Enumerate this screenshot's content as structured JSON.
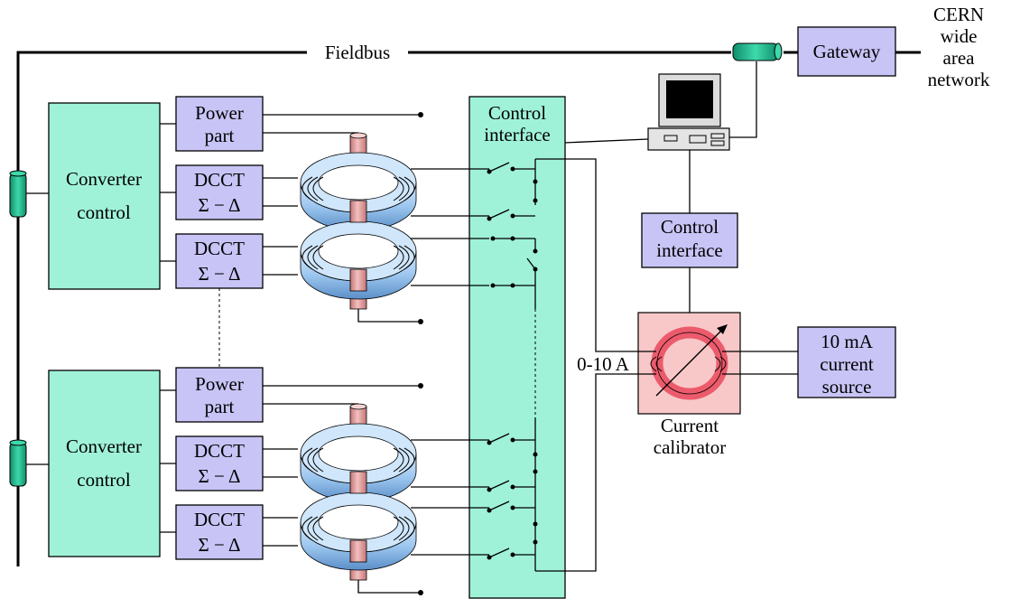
{
  "fieldbus": {
    "label": "Fieldbus"
  },
  "gateway": {
    "label": "Gateway"
  },
  "network": {
    "lines": [
      "CERN",
      "wide",
      "area",
      "network"
    ]
  },
  "control_interface_main": {
    "lines": [
      "Control",
      "interface"
    ]
  },
  "control_interface_small": {
    "lines": [
      "Control",
      "interface"
    ]
  },
  "current_source": {
    "lines": [
      "10 mA",
      "current",
      "source"
    ]
  },
  "calibrator": {
    "lines": [
      "Current",
      "calibrator"
    ],
    "range_label": "0-10 A"
  },
  "groups": [
    {
      "converter": {
        "lines": [
          "Converter",
          "control"
        ]
      },
      "power_part": {
        "lines": [
          "Power",
          "part"
        ]
      },
      "dcct": [
        {
          "lines": [
            "DCCT",
            "Σ − Δ"
          ]
        },
        {
          "lines": [
            "DCCT",
            "Σ − Δ"
          ]
        }
      ]
    },
    {
      "converter": {
        "lines": [
          "Converter",
          "control"
        ]
      },
      "power_part": {
        "lines": [
          "Power",
          "part"
        ]
      },
      "dcct": [
        {
          "lines": [
            "DCCT",
            "Σ − Δ"
          ]
        },
        {
          "lines": [
            "DCCT",
            "Σ − Δ"
          ]
        }
      ]
    }
  ],
  "colors": {
    "control_green": "#9ff2d8",
    "module_purple": "#c8c4f6",
    "coil_blue": "#a9cdf0",
    "busbar_pink": "#e8a4a4",
    "calibrator_bg": "#f8c8c8",
    "calibrator_ring": "#ec5b6c",
    "terminator_green": "#17b38a"
  }
}
